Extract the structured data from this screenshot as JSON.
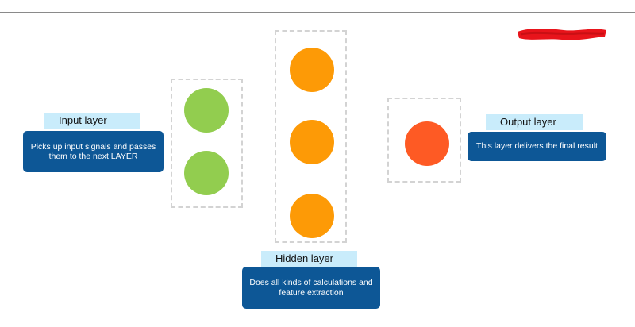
{
  "layers": {
    "input": {
      "title": "Input layer",
      "description": "Picks up input signals and passes them to the next LAYER"
    },
    "hidden": {
      "title": "Hidden layer",
      "description": "Does all kinds of calculations and feature extraction"
    },
    "output": {
      "title": "Output layer",
      "description": "This layer delivers the final result"
    }
  },
  "colors": {
    "input_node": "#92cd4f",
    "hidden_node": "#fd9a06",
    "output_node": "#fe5a24",
    "label_background": "#c9ecfb",
    "description_background": "#0d5796",
    "dashed_border": "#d3d3d3",
    "redaction": "#e8141b"
  }
}
